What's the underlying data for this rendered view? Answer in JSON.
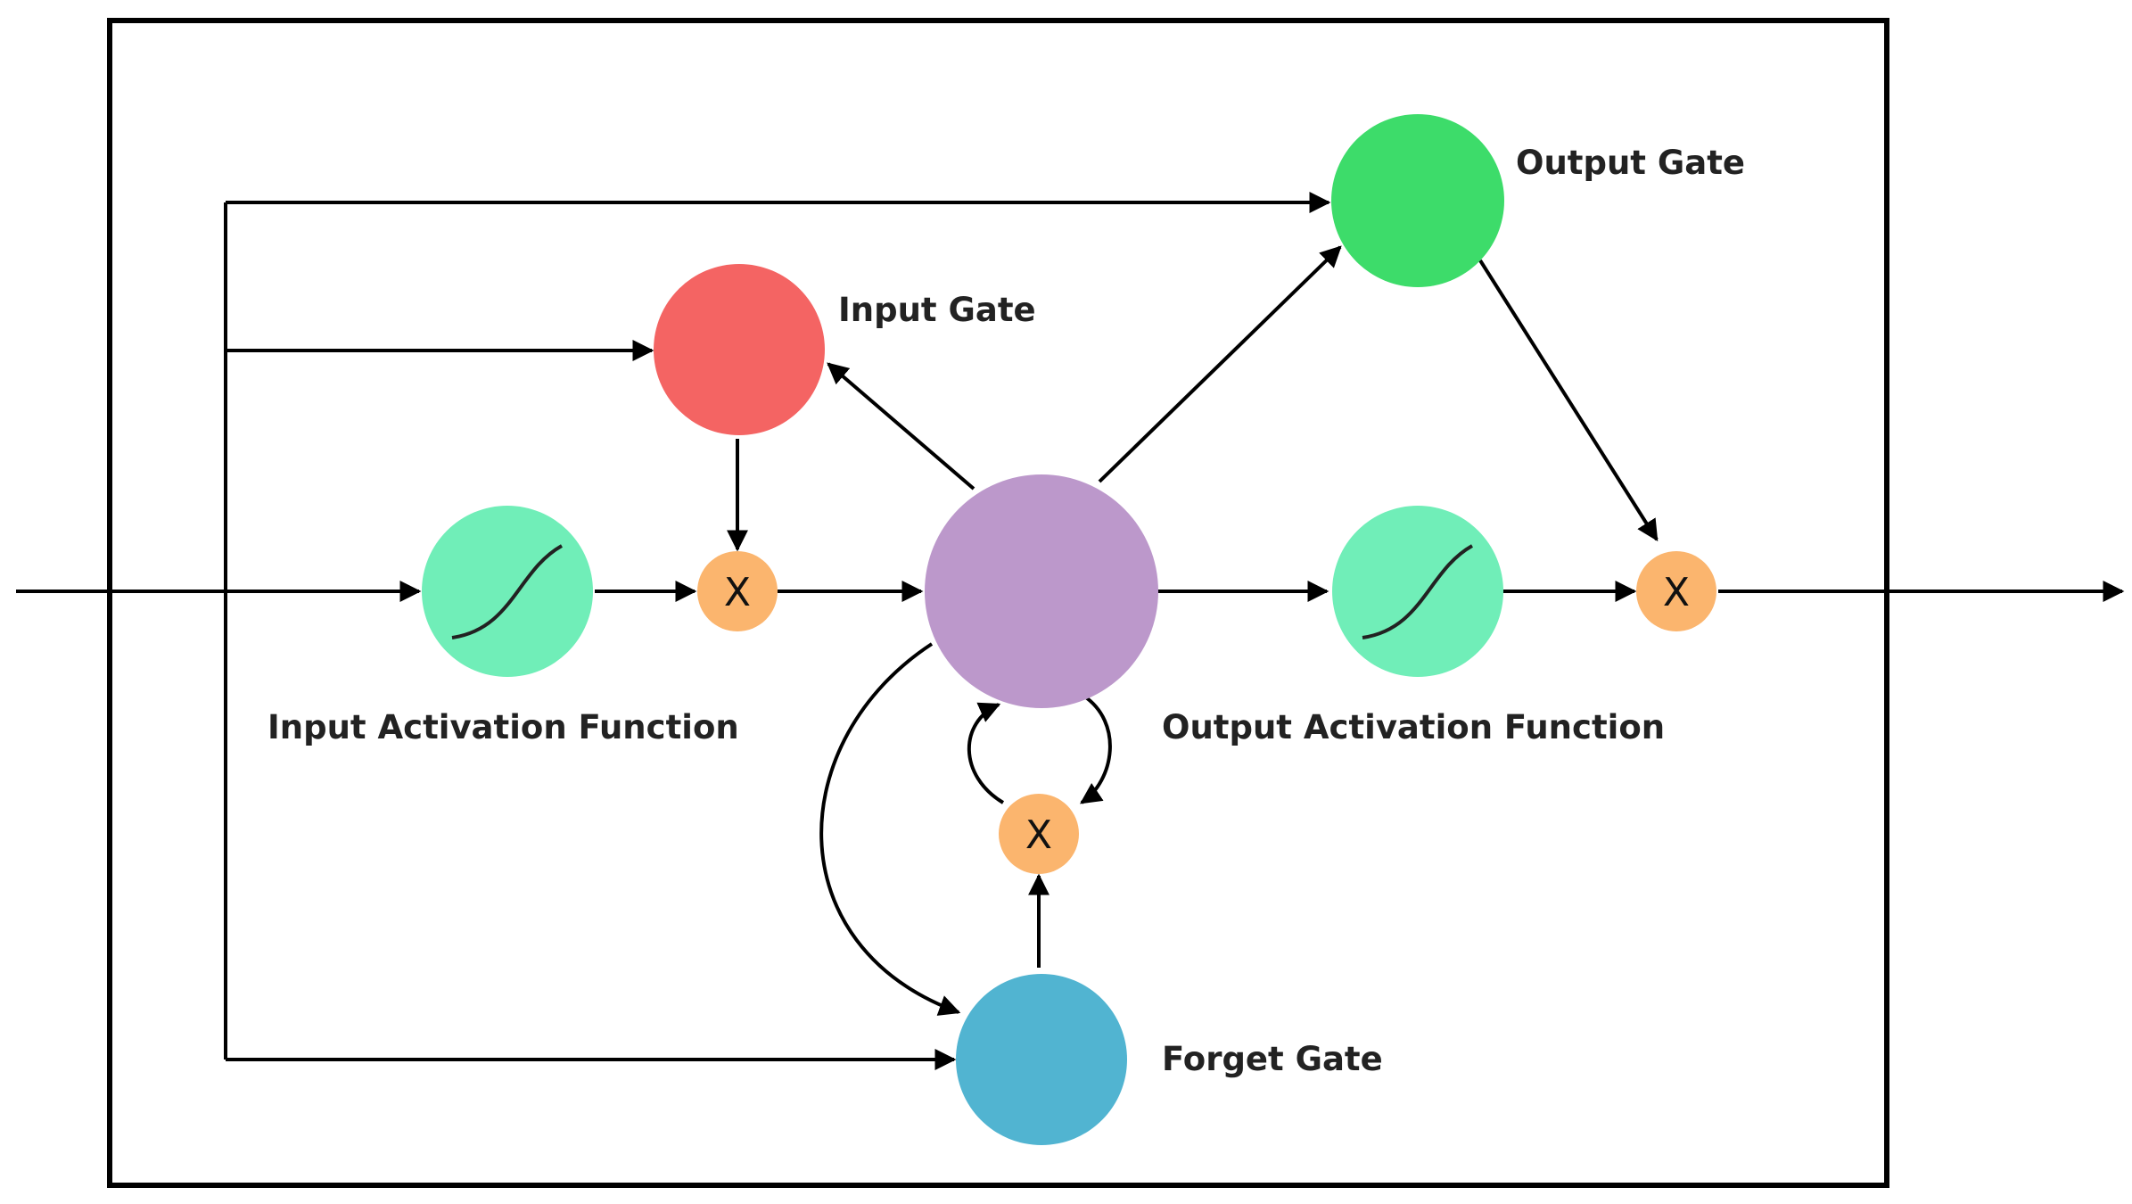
{
  "labels": {
    "output_gate": "Output Gate",
    "input_gate": "Input Gate",
    "input_activation": "Input Activation Function",
    "output_activation": "Output Activation Function",
    "forget_gate": "Forget Gate"
  },
  "multiply_symbol": "X",
  "colors": {
    "output_gate": "#3ddc6a",
    "input_gate": "#f46463",
    "activation": "#70eeb8",
    "cell": "#bc98cb",
    "forget_gate": "#51b4d1",
    "multiplier": "#fbb56e",
    "stroke": "#000000"
  }
}
